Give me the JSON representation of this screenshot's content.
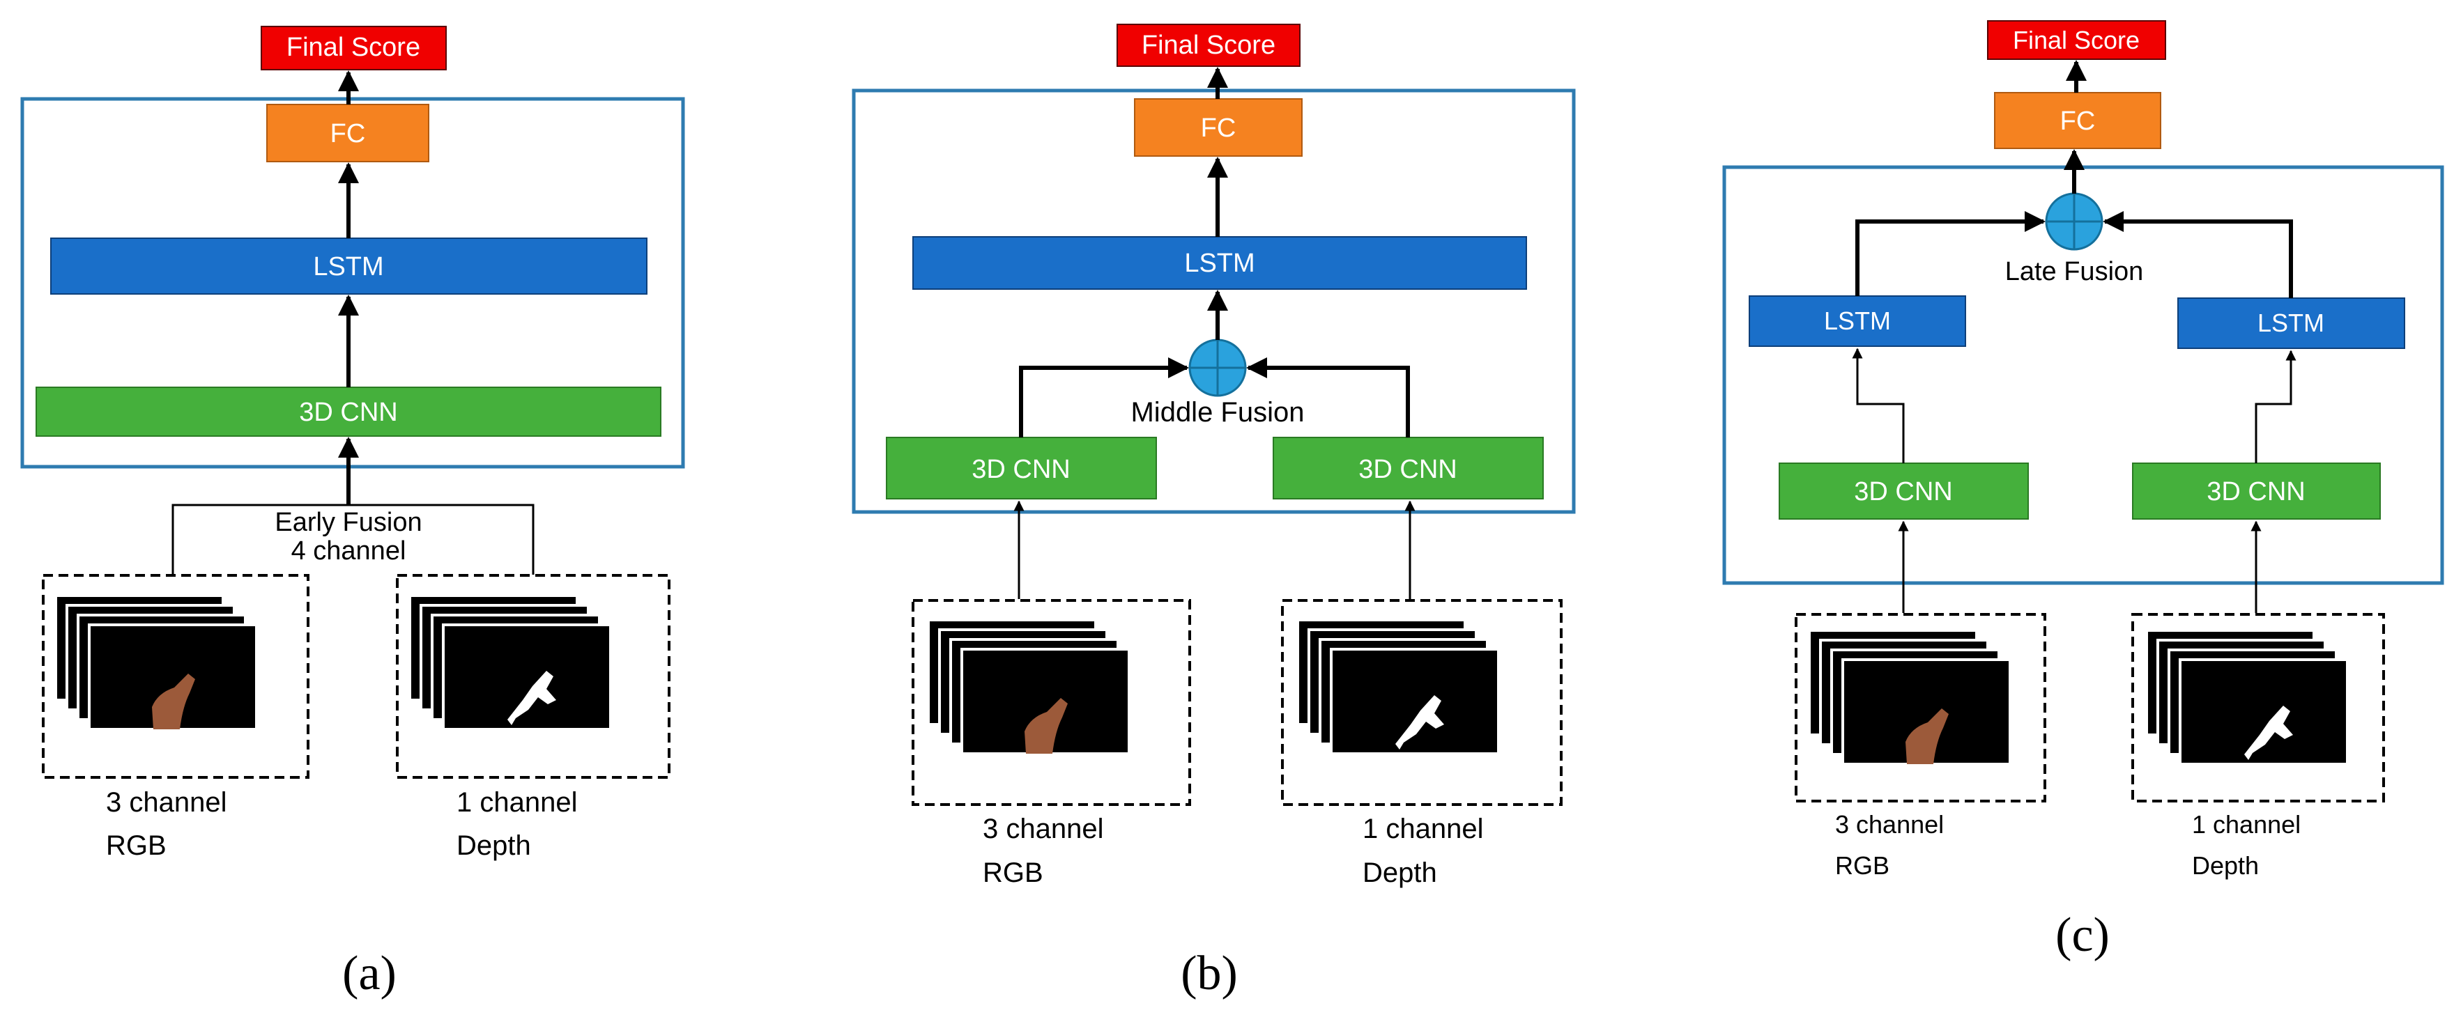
{
  "labels": {
    "final_score": "Final Score",
    "fc": "FC",
    "lstm": "LSTM",
    "cnn": "3D CNN",
    "early_fusion": "Early Fusion",
    "four_channel": "4 channel",
    "middle_fusion": "Middle Fusion",
    "late_fusion": "Late Fusion",
    "three_channel": "3 channel",
    "one_channel": "1 channel",
    "rgb": "RGB",
    "depth": "Depth"
  },
  "captions": {
    "a": "(a)",
    "b": "(b)",
    "c": "(c)"
  },
  "colors": {
    "final_score": "#f00000",
    "fc": "#f58220",
    "lstm": "#1a6fc9",
    "cnn": "#45b03c",
    "fusion": "#2aa2dd",
    "frame": "#2e7bb0",
    "rgb_hand": "#9c5a3a",
    "depth_hand": "#ffffff"
  }
}
